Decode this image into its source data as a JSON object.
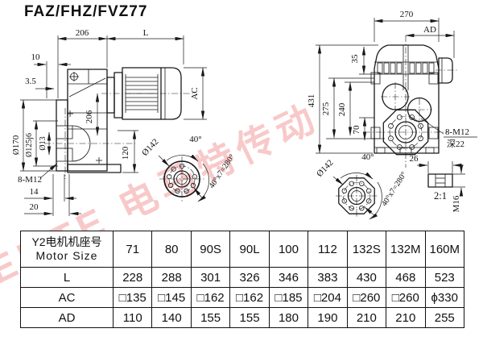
{
  "title": "FAZ/FHZ/FVZ77",
  "watermark": "EMTE 电马特传动",
  "colors": {
    "line": "#1a1a1a",
    "watermark": "#e74c4c"
  },
  "side_view": {
    "dims": {
      "top_206": "206",
      "top_L": "L",
      "d10": "10",
      "d3_5": "3.5",
      "dia170": "Ø170",
      "dia125": "Ø125j6",
      "dia13": "Ø13",
      "bolts": "8-M12",
      "d14": "14",
      "d20": "20",
      "v206": "206",
      "v120": "120",
      "vAC": "AC"
    },
    "flange_view": {
      "dia142": "Ø142",
      "a40": "40°",
      "a280": "40°x7=280°"
    }
  },
  "rear_view": {
    "dims": {
      "d270": "270",
      "dAD": "AD",
      "d431": "431",
      "d275": "275",
      "d240": "240",
      "d35": "35",
      "d70": "70",
      "d26": "26",
      "bolts": "8-M12",
      "bolt_depth": "深22"
    },
    "flange_view": {
      "dia142": "Ø142",
      "a40": "40°",
      "a280": "40°x7=280°"
    },
    "detail": {
      "scale": "2:1",
      "thread": "M16"
    }
  },
  "table": {
    "header_cn": "Y2电机机座号",
    "header_en": "Motor Size",
    "motor_sizes": [
      "71",
      "80",
      "90S",
      "90L",
      "100",
      "112",
      "132S",
      "132M",
      "160M"
    ],
    "rows": [
      {
        "label": "L",
        "values": [
          "228",
          "288",
          "301",
          "326",
          "346",
          "383",
          "430",
          "468",
          "523"
        ]
      },
      {
        "label": "AC",
        "values": [
          "□135",
          "□145",
          "□162",
          "□162",
          "□185",
          "□204",
          "□260",
          "□260",
          "ϕ330"
        ]
      },
      {
        "label": "AD",
        "values": [
          "110",
          "140",
          "155",
          "155",
          "180",
          "190",
          "210",
          "210",
          "255"
        ]
      }
    ]
  }
}
